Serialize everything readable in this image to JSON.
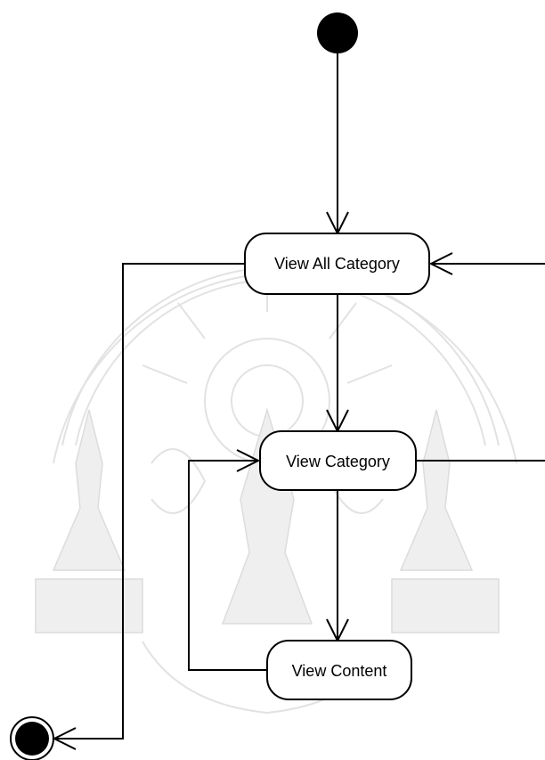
{
  "states": {
    "view_all_category": "View All Category",
    "view_category": "View Category",
    "view_content": "View Content"
  },
  "colors": {
    "line": "#000000",
    "watermark": "#e2e2e2"
  }
}
